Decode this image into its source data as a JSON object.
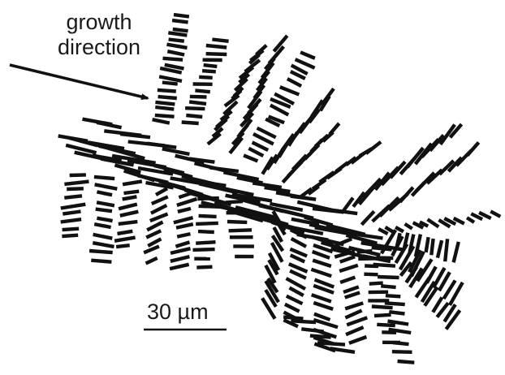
{
  "figure": {
    "label_line1": "growth",
    "label_line2": "direction",
    "scale_bar_label": "30 µm"
  },
  "colors": {
    "background": "#ffffff",
    "crystal": "#111111",
    "arrow": "#111111"
  }
}
